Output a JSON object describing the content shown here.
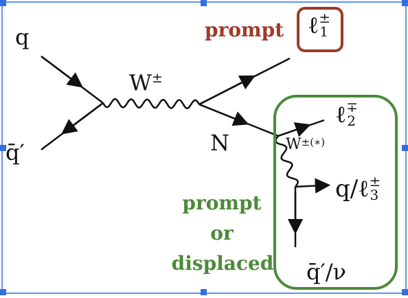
{
  "labels": {
    "q_in": "q",
    "qbar_in": "q̄′",
    "w_boson": "W",
    "w_charge": "±",
    "n": "N",
    "lepton1_base": "ℓ",
    "lepton1_sup": "±",
    "lepton1_sub": "1",
    "lepton2_base": "ℓ",
    "lepton2_sup": "∓",
    "lepton2_sub": "2",
    "w_star_base": "W",
    "w_star_sup": "±(∗)",
    "q_l3_base": "q/ℓ",
    "q_l3_sup": "±",
    "q_l3_sub": "3",
    "qbar_nu": "q̄′/ν"
  },
  "annotations": {
    "prompt_red": "prompt",
    "prompt_green": "prompt",
    "or": "or",
    "displaced": "displaced"
  },
  "colors": {
    "line": "#111111",
    "red_box": "#a0392a",
    "green_box": "#4c8a3a",
    "selection": "#2f6fe0"
  }
}
